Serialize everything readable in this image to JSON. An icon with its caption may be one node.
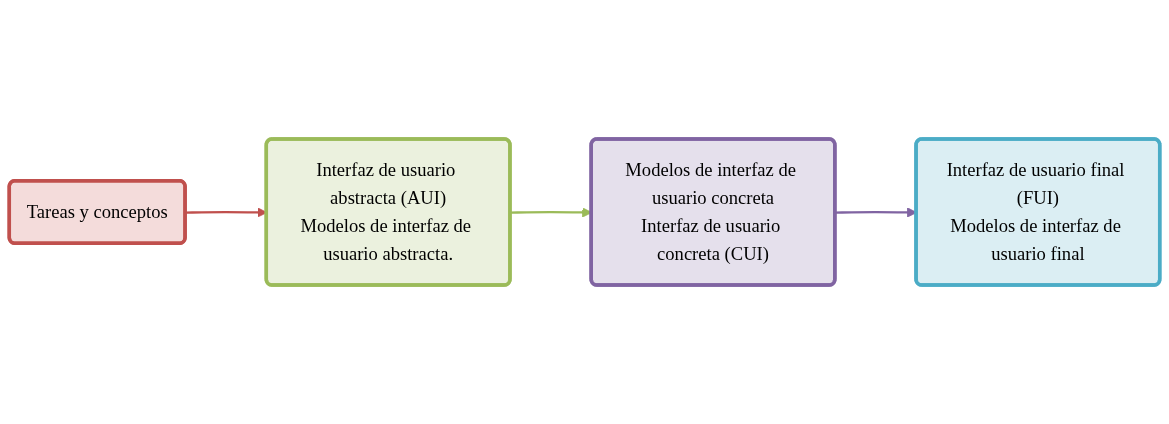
{
  "diagram": {
    "nodes": [
      {
        "text": [
          "Tareas y conceptos"
        ]
      },
      {
        "text": [
          "Interfaz de usuario abstracta (AUI)",
          "Modelos de interfaz de usuario abstracta."
        ]
      },
      {
        "text": [
          "Modelos de interfaz de usuario concreta",
          "Interfaz de usuario concreta (CUI)"
        ]
      },
      {
        "text": [
          "Interfaz de usuario final (FUI)",
          "Modelos de interfaz de usuario final"
        ]
      }
    ],
    "edges": [
      {
        "from": 0,
        "to": 1,
        "arrow": "to",
        "color": "#c0504d"
      },
      {
        "from": 1,
        "to": 2,
        "arrow": "to",
        "color": "#9bbb59"
      },
      {
        "from": 2,
        "to": 3,
        "arrow": "to",
        "color": "#8064a2"
      }
    ]
  }
}
